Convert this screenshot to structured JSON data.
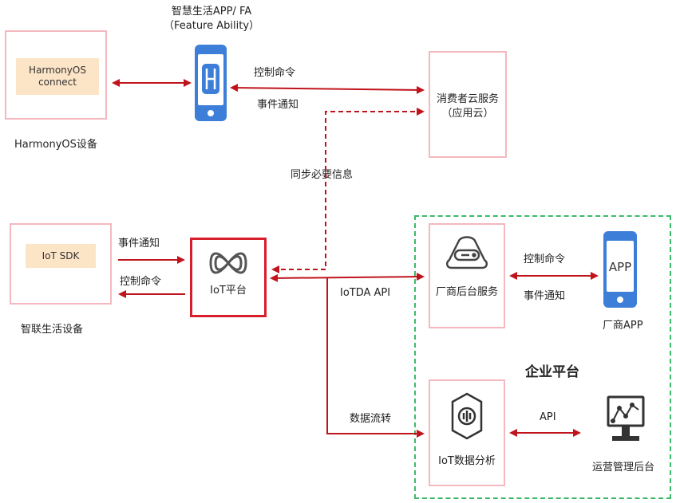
{
  "colors": {
    "arrow": "#c0141c",
    "box_border": "#f4b8be",
    "iot_border": "#d81e2a",
    "inner_fill": "#fce4c6",
    "enterprise_border": "#3dba6a",
    "phone_blue": "#3d7fd8"
  },
  "app": {
    "title_line1": "智慧生活APP/ FA",
    "title_line2": "（Feature Ability）"
  },
  "harmony": {
    "inner_line1": "HarmonyOS",
    "inner_line2": "connect",
    "caption": "HarmonyOS设备"
  },
  "cloud": {
    "line1": "消费者云服务",
    "line2": "（应用云）"
  },
  "iot_sdk": {
    "inner": "IoT SDK",
    "caption": "智联生活设备"
  },
  "iot_platform": {
    "label": "IoT平台"
  },
  "vendor_backend": {
    "label": "厂商后台服务"
  },
  "vendor_app": {
    "screen": "APP",
    "caption": "厂商APP"
  },
  "analytics": {
    "label": "IoT数据分析"
  },
  "ops": {
    "caption": "运营管理后台"
  },
  "enterprise": {
    "title": "企业平台"
  },
  "edges": {
    "app_cloud_top": "控制命令",
    "app_cloud_bottom": "事件通知",
    "sync": "同步必要信息",
    "sdk_top": "事件通知",
    "sdk_bottom": "控制命令",
    "iotda": "IoTDA API",
    "vendor_top": "控制命令",
    "vendor_bottom": "事件通知",
    "data_flow": "数据流转",
    "api": "API"
  },
  "icons": {
    "phone": "harmony-phone-icon",
    "iot_logo": "infinity-loop-icon",
    "server": "server-cloud-icon",
    "vendor_phone": "app-phone-icon",
    "analytics": "data-analysis-icon",
    "monitor": "monitor-chart-icon"
  }
}
